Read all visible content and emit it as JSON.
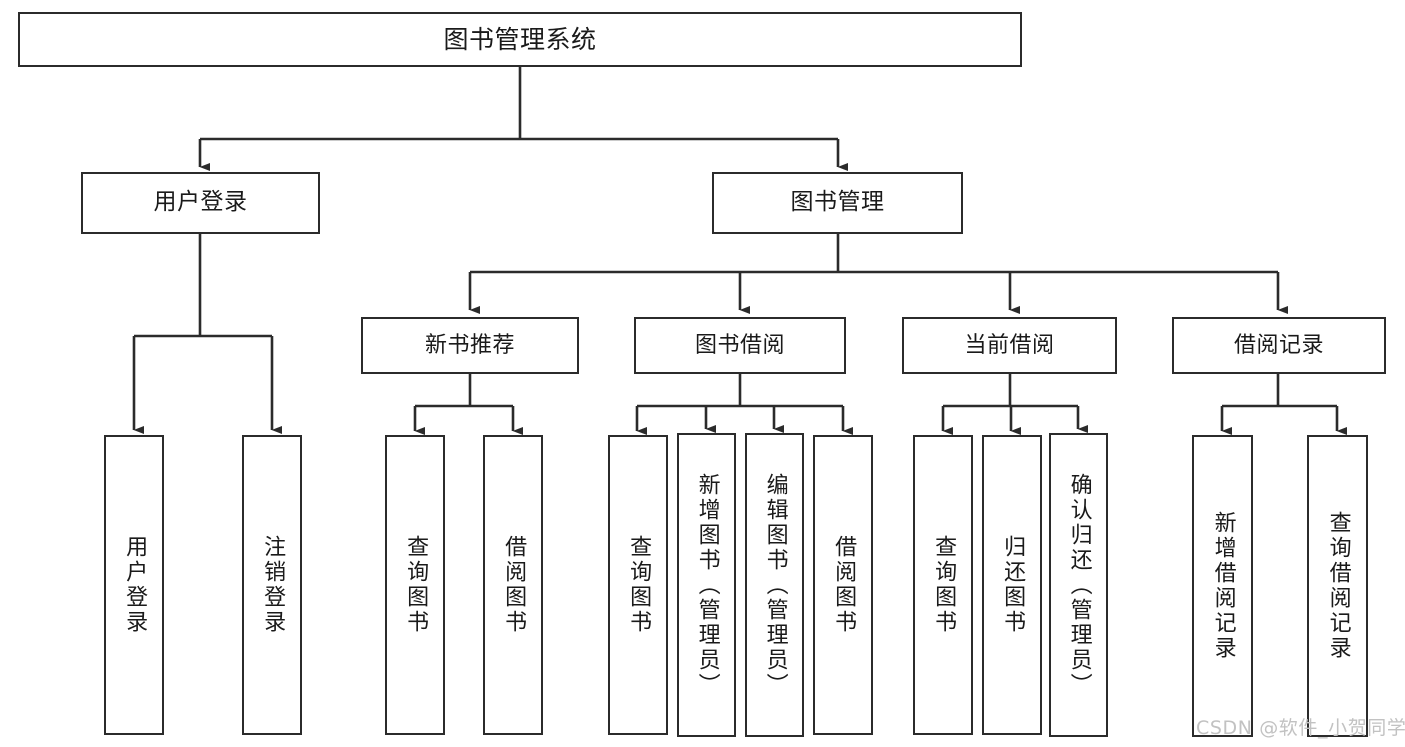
{
  "diagram": {
    "title": "图书管理系统",
    "type": "tree-hierarchy-chart",
    "stroke_color": "#2b2b2b",
    "text_color": "#1a1a1a",
    "background": "#ffffff",
    "watermark": "CSDN @软件_小贺同学"
  },
  "nodes": {
    "root": {
      "label": "图书管理系统"
    },
    "level2": [
      {
        "label": "用户登录"
      },
      {
        "label": "图书管理"
      }
    ],
    "level3": [
      {
        "label": "新书推荐"
      },
      {
        "label": "图书借阅"
      },
      {
        "label": "当前借阅"
      },
      {
        "label": "借阅记录"
      }
    ],
    "leaves": [
      {
        "label": "用户登录",
        "parent": "用户登录"
      },
      {
        "label": "注销登录",
        "parent": "用户登录"
      },
      {
        "label": "查询图书",
        "parent": "新书推荐"
      },
      {
        "label": "借阅图书",
        "parent": "新书推荐"
      },
      {
        "label": "查询图书",
        "parent": "图书借阅"
      },
      {
        "label": "新增图书（管理员）",
        "parent": "图书借阅"
      },
      {
        "label": "编辑图书（管理员）",
        "parent": "图书借阅"
      },
      {
        "label": "借阅图书",
        "parent": "图书借阅"
      },
      {
        "label": "查询图书",
        "parent": "当前借阅"
      },
      {
        "label": "归还图书",
        "parent": "当前借阅"
      },
      {
        "label": "确认归还（管理员）",
        "parent": "当前借阅"
      },
      {
        "label": "新增借阅记录",
        "parent": "借阅记录"
      },
      {
        "label": "查询借阅记录",
        "parent": "借阅记录"
      }
    ]
  }
}
